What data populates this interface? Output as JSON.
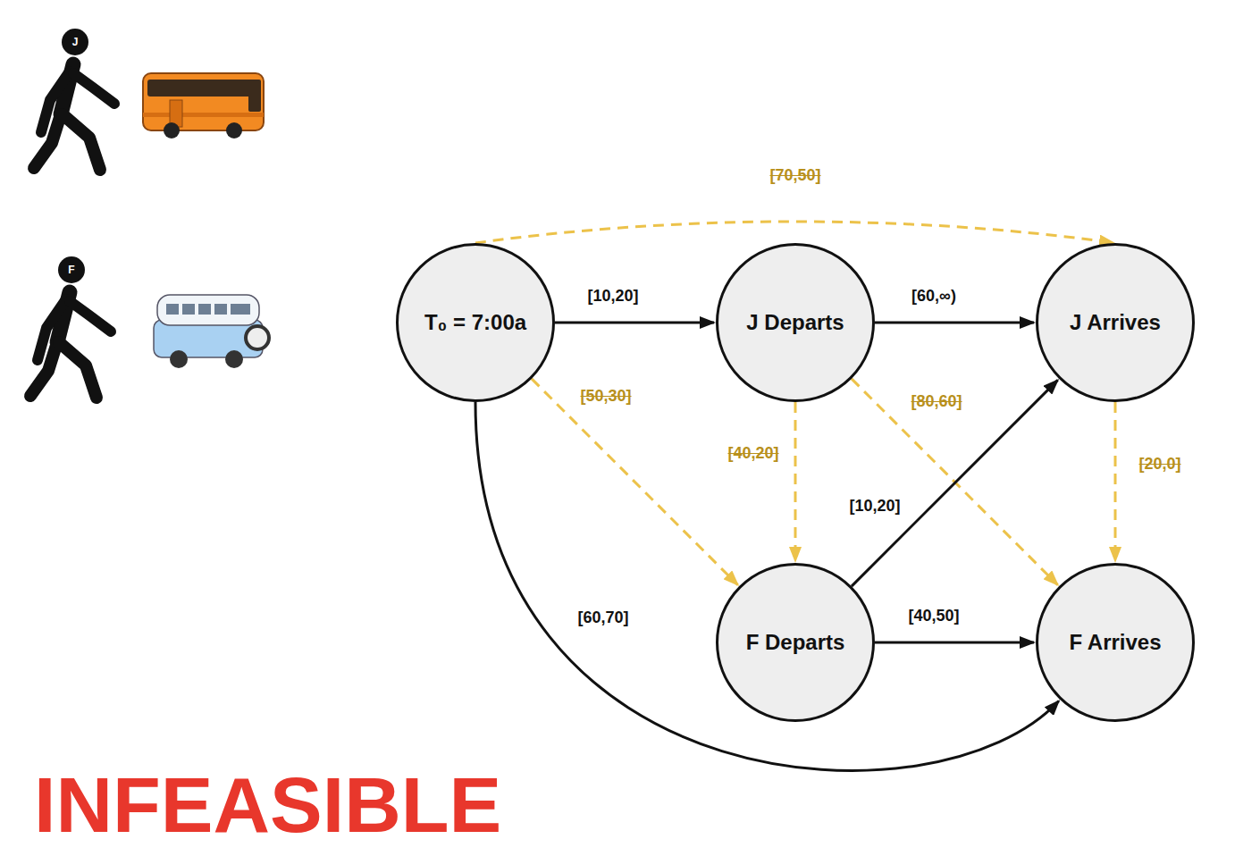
{
  "diagram": {
    "nodes": [
      {
        "text": [
          "T₀ = 7:00a"
        ]
      },
      {
        "text": [
          "J Departs"
        ]
      },
      {
        "text": [
          "J Arrives"
        ]
      },
      {
        "text": [
          "F Departs"
        ]
      },
      {
        "text": [
          "F Arrives"
        ]
      }
    ],
    "edges": [
      {
        "from": 0,
        "to": 1,
        "arrow": "to",
        "label": "[10,20]"
      },
      {
        "from": 1,
        "to": 2,
        "arrow": "to",
        "label": "[60,∞)"
      },
      {
        "from": 0,
        "to": 3,
        "arrow": "to",
        "label": "[50,30]"
      },
      {
        "from": 1,
        "to": 3,
        "arrow": "to",
        "label": "[40,20]"
      },
      {
        "from": 1,
        "to": 4,
        "arrow": "to",
        "label": "[80,60]"
      },
      {
        "from": 3,
        "to": 2,
        "arrow": "to",
        "label": "[10,20]"
      },
      {
        "from": 3,
        "to": 4,
        "arrow": "to",
        "label": "[40,50]"
      },
      {
        "from": 0,
        "to": 4,
        "arrow": "to",
        "label": "[60,70]"
      },
      {
        "from": 0,
        "to": 2,
        "arrow": "to",
        "label": "[70,50]"
      },
      {
        "from": 2,
        "to": 4,
        "arrow": "to",
        "label": "[20,0]"
      }
    ],
    "labels": [
      "J",
      "F",
      "INFEASIBLE"
    ]
  }
}
